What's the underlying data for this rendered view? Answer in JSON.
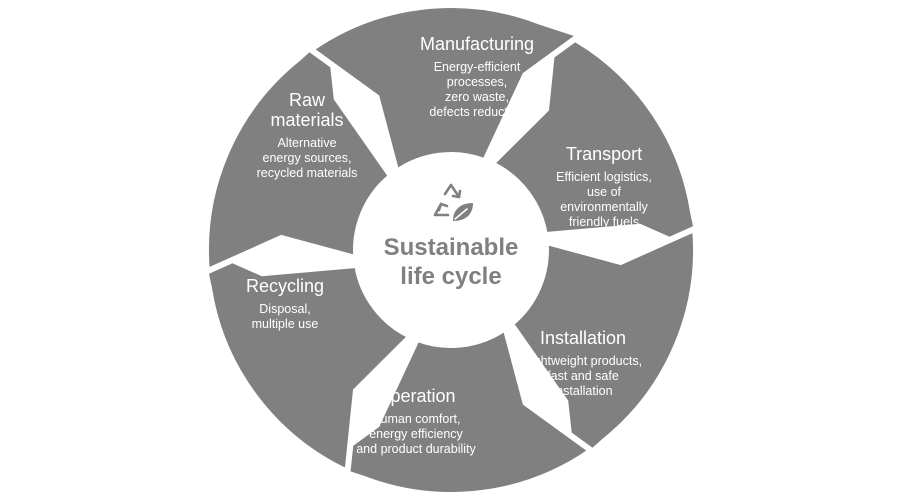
{
  "center": {
    "title_lines": [
      "Sustainable",
      "life cycle"
    ],
    "icon": "recycle-leaf-icon"
  },
  "colors": {
    "segment": "#808080",
    "text_on_segment": "#ffffff",
    "center_text": "#808080",
    "background": "#ffffff"
  },
  "stages": [
    {
      "title_lines": [
        "Manufacturing"
      ],
      "desc_lines": [
        "Energy-efficient",
        "processes,",
        "zero waste,",
        "defects reduction"
      ]
    },
    {
      "title_lines": [
        "Transport"
      ],
      "desc_lines": [
        "Efficient logistics,",
        "use of",
        "environmentally",
        "friendly fuels"
      ]
    },
    {
      "title_lines": [
        "Installation"
      ],
      "desc_lines": [
        "Lightweight products,",
        "fast and safe",
        "installation"
      ]
    },
    {
      "title_lines": [
        "Operation"
      ],
      "desc_lines": [
        "Human comfort,",
        "energy efficiency",
        "and product durability"
      ]
    },
    {
      "title_lines": [
        "Recycling"
      ],
      "desc_lines": [
        "Disposal,",
        "multiple use"
      ]
    },
    {
      "title_lines": [
        "Raw",
        "materials"
      ],
      "desc_lines": [
        "Alternative",
        "energy sources,",
        "recycled materials"
      ]
    }
  ]
}
